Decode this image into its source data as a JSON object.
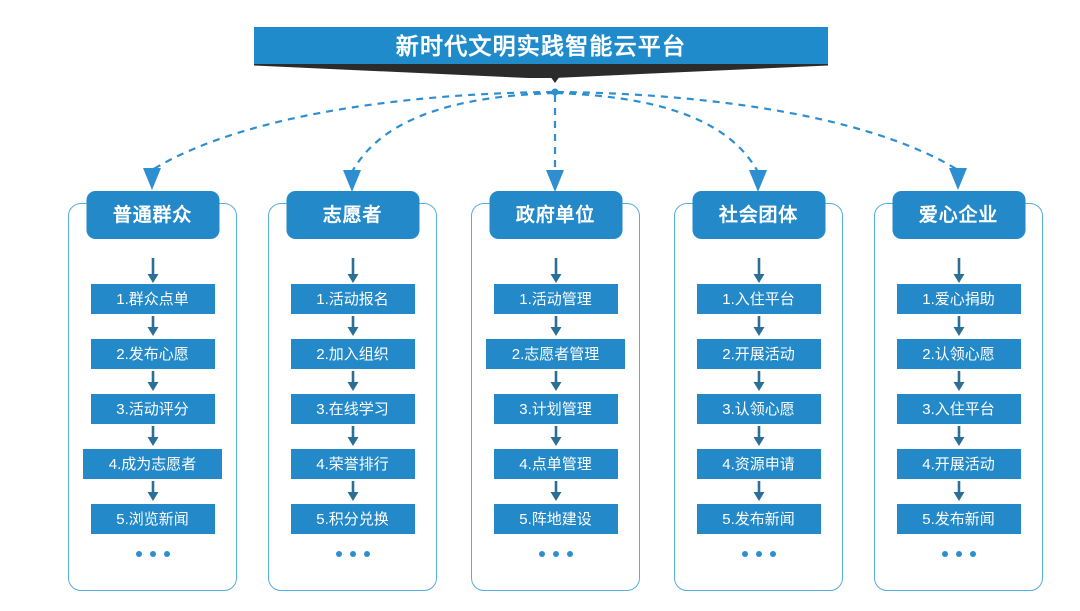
{
  "banner": {
    "title": "新时代文明实践智能云平台",
    "color": "#1f8bcb",
    "shadow_color": "#2b2b2b"
  },
  "theme": {
    "box_blue": "#2389c9",
    "frame_blue": "#56aede",
    "arrow_dark": "#2c6f96",
    "dash_blue": "#2d8fd0",
    "text_white": "#ffffff"
  },
  "ellipsis": "...",
  "columns": [
    {
      "header": "普通群众",
      "items": [
        {
          "label": "1.群众点单"
        },
        {
          "label": "2.发布心愿"
        },
        {
          "label": "3.活动评分"
        },
        {
          "label": "4.成为志愿者"
        },
        {
          "label": "5.浏览新闻"
        }
      ]
    },
    {
      "header": "志愿者",
      "items": [
        {
          "label": "1.活动报名"
        },
        {
          "label": "2.加入组织"
        },
        {
          "label": "3.在线学习"
        },
        {
          "label": "4.荣誉排行"
        },
        {
          "label": "5.积分兑换"
        }
      ]
    },
    {
      "header": "政府单位",
      "items": [
        {
          "label": "1.活动管理"
        },
        {
          "label": "2.志愿者管理"
        },
        {
          "label": "3.计划管理"
        },
        {
          "label": "4.点单管理"
        },
        {
          "label": "5.阵地建设"
        }
      ]
    },
    {
      "header": "社会团体",
      "items": [
        {
          "label": "1.入住平台"
        },
        {
          "label": "2.开展活动"
        },
        {
          "label": "3.认领心愿"
        },
        {
          "label": "4.资源申请"
        },
        {
          "label": "5.发布新闻"
        }
      ]
    },
    {
      "header": "爱心企业",
      "items": [
        {
          "label": "1.爱心捐助"
        },
        {
          "label": "2.认领心愿"
        },
        {
          "label": "3.入住平台"
        },
        {
          "label": "4.开展活动"
        },
        {
          "label": "5.发布新闻"
        }
      ]
    }
  ]
}
